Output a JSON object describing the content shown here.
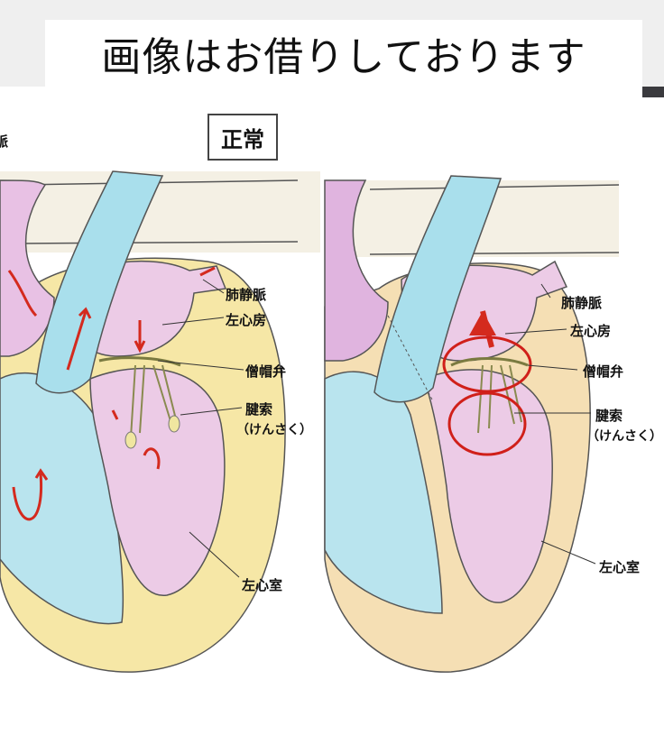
{
  "caption": "画像はお借りしております",
  "normal_panel": {
    "title": "正常",
    "cropped_label": "脈",
    "labels": {
      "pulmonary_vein": "肺静脈",
      "left_atrium": "左心房",
      "mitral_valve": "僧帽弁",
      "chordae": "腱索",
      "chordae_reading": "（けんさく）",
      "left_ventricle": "左心室"
    }
  },
  "abnormal_panel": {
    "labels": {
      "pulmonary_vein": "肺静脈",
      "left_atrium": "左心房",
      "mitral_valve": "僧帽弁",
      "chordae": "腱索",
      "chordae_reading": "（けんさく）",
      "left_ventricle": "左心室"
    }
  },
  "colors": {
    "blood_arrow": "#d42a1e",
    "highlight_circle": "#d0201a",
    "wall": "#f3e3a8",
    "chamber": "#eccbe6",
    "right_side": "#b7e3ec"
  }
}
